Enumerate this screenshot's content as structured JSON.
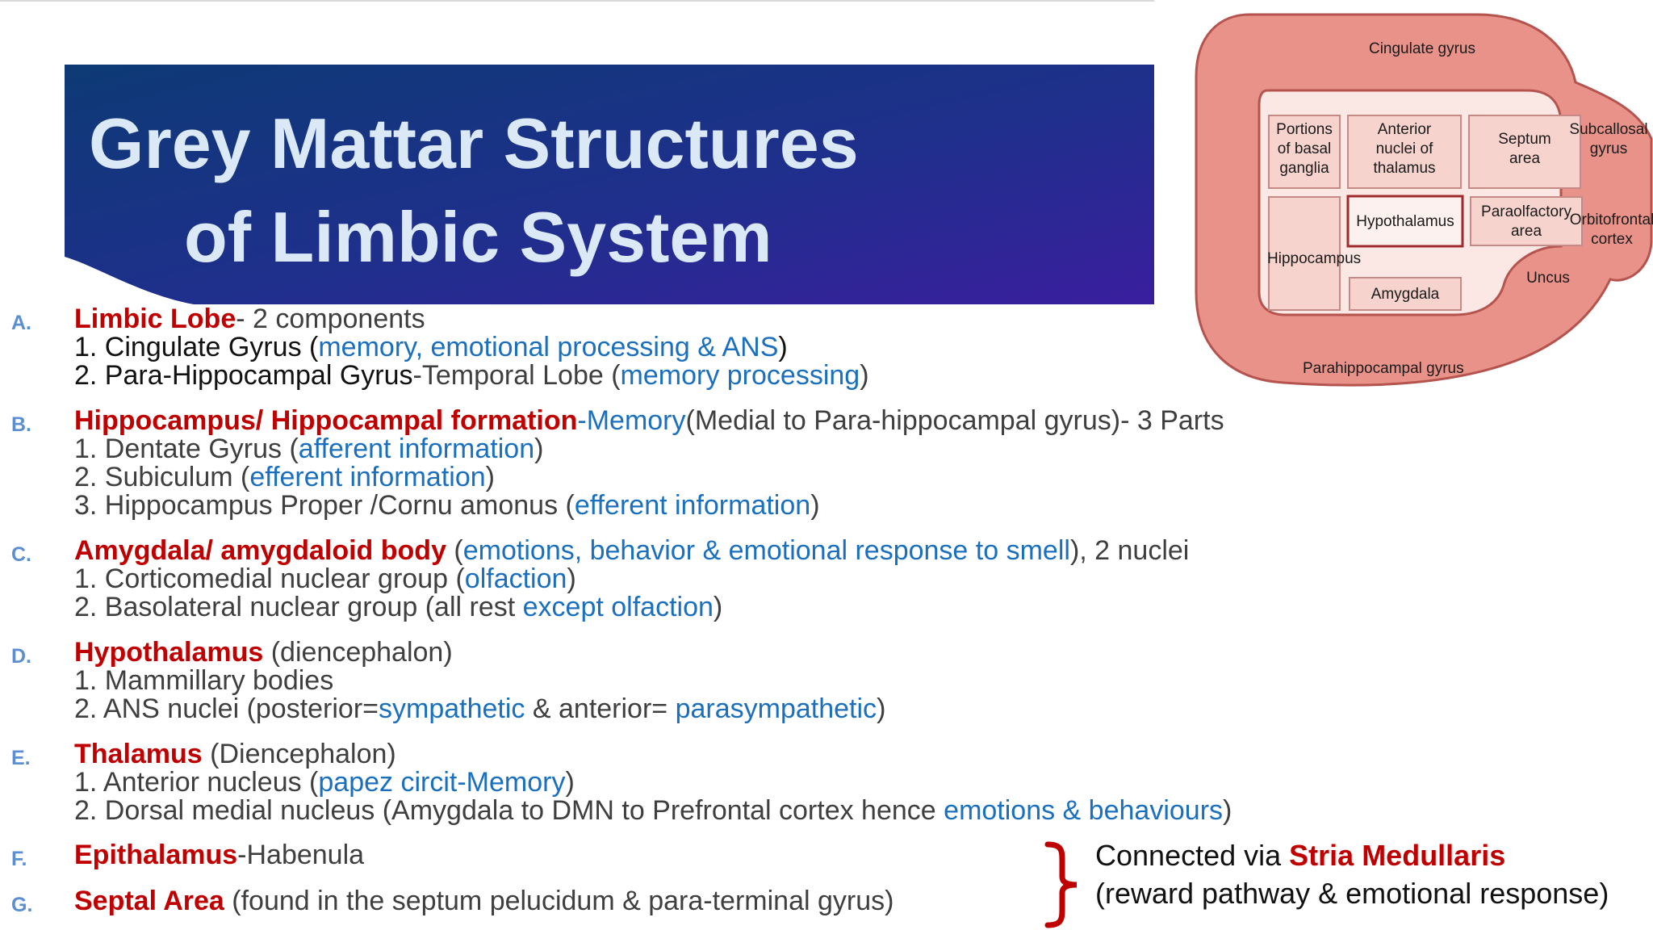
{
  "slide": {
    "title_line1": "Grey Mattar Structures",
    "title_line2": "of Limbic System"
  },
  "diagram": {
    "cingulate": "Cingulate gyrus",
    "portions_1": "Portions",
    "portions_2": "of basal",
    "portions_3": "ganglia",
    "anterior_1": "Anterior",
    "anterior_2": "nuclei of",
    "anterior_3": "thalamus",
    "septum_1": "Septum",
    "septum_2": "area",
    "subcallosal_1": "Subcallosal",
    "subcallosal_2": "gyrus",
    "hypothalamus": "Hypothalamus",
    "paraolfactory_1": "Paraolfactory",
    "paraolfactory_2": "area",
    "orbitofrontal_1": "Orbitofrontal",
    "orbitofrontal_2": "cortex",
    "hippocampus": "Hippocampus",
    "uncus": "Uncus",
    "amygdala": "Amygdala",
    "parahippocampal": "Parahippocampal gyrus"
  },
  "items": {
    "a": {
      "letter": "A.",
      "head": "Limbic Lobe",
      "head_rest": "- 2 components",
      "l1_a": "1. Cingulate Gyrus (",
      "l1_b": "memory, emotional processing & ANS",
      "l1_c": ")",
      "l2_a": "2. Para-Hippocampal Gyrus",
      "l2_b": "-Temporal Lobe (",
      "l2_c": "memory processing",
      "l2_d": ")"
    },
    "b": {
      "letter": "B.",
      "head": "Hippocampus/ Hippocampal formation",
      "head_dash": "-",
      "head_blue": "Memory",
      "head_rest": "(Medial to Para-hippocampal gyrus)- 3 Parts",
      "l1_a": "1. Dentate Gyrus (",
      "l1_b": "afferent information",
      "l1_c": ")",
      "l2_a": "2. Subiculum (",
      "l2_b": "efferent information",
      "l2_c": ")",
      "l3_a": "3. Hippocampus Proper /Cornu amonus (",
      "l3_b": "efferent information",
      "l3_c": ")"
    },
    "c": {
      "letter": "C.",
      "head": "Amygdala/ amygdaloid body",
      "head_open": " (",
      "head_blue": "emotions, behavior & emotional response to smell",
      "head_rest": "), 2 nuclei",
      "l1_a": "1. Corticomedial nuclear group (",
      "l1_b": "olfaction",
      "l1_c": ")",
      "l2_a": "2. Basolateral nuclear group (all rest ",
      "l2_b": "except olfaction",
      "l2_c": ")"
    },
    "d": {
      "letter": "D.",
      "head": "Hypothalamus",
      "head_rest": " (diencephalon)",
      "l1": "1. Mammillary bodies",
      "l2_a": "2. ANS nuclei (posterior=",
      "l2_b": "sympathetic",
      "l2_c": " & anterior= ",
      "l2_d": "parasympathetic",
      "l2_e": ")"
    },
    "e": {
      "letter": "E.",
      "head": "Thalamus",
      "head_rest": " (Diencephalon)",
      "l1_a": "1. Anterior nucleus (",
      "l1_b": "papez circit-Memory",
      "l1_c": ")",
      "l2_a": "2. Dorsal medial nucleus (Amygdala to DMN to Prefrontal cortex hence ",
      "l2_b": "emotions & behaviours",
      "l2_c": ")"
    },
    "f": {
      "letter": "F.",
      "head": "Epithalamus",
      "head_rest": "-Habenula"
    },
    "g": {
      "letter": "G.",
      "head": "Septal Area",
      "head_rest": " (found in the septum pelucidum & para-terminal gyrus)"
    }
  },
  "connection": {
    "line1_a": "Connected via ",
    "line1_b": "Stria Medullaris",
    "line2": "(reward pathway & emotional response)"
  },
  "colors": {
    "heading_red": "#c00000",
    "accent_blue": "#1a6fbf",
    "banner_dark": "#0d3a75",
    "banner_purple": "#3a1e9e",
    "diagram_pink": "#e8928a"
  }
}
